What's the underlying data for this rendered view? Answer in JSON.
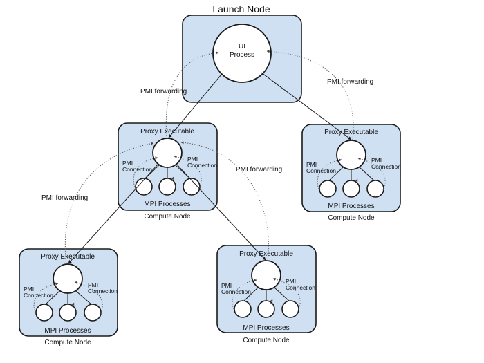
{
  "launch_node": {
    "title": "Launch Node",
    "process_line1": "UI",
    "process_line2": "Process"
  },
  "compute_nodes": [
    {
      "proxy_label": "Proxy Executable",
      "mpi_label": "MPI Processes",
      "node_label": "Compute Node",
      "pmi_left_1": "PMI",
      "pmi_left_2": "Connection",
      "pmi_right_1": "PMI",
      "pmi_right_2": "Connection"
    },
    {
      "proxy_label": "Proxy Executable",
      "mpi_label": "MPI Processes",
      "node_label": "Compute Node",
      "pmi_left_1": "PMI",
      "pmi_left_2": "Connection",
      "pmi_right_1": "PMI",
      "pmi_right_2": "Connection"
    },
    {
      "proxy_label": "Proxy Executable",
      "mpi_label": "MPI Processes",
      "node_label": "Compute Node",
      "pmi_left_1": "PMI",
      "pmi_left_2": "Connection",
      "pmi_right_1": "PMI",
      "pmi_right_2": "Connection"
    },
    {
      "proxy_label": "Proxy Executable",
      "mpi_label": "MPI Processes",
      "node_label": "Compute Node",
      "pmi_left_1": "PMI",
      "pmi_left_2": "Connection",
      "pmi_right_1": "PMI",
      "pmi_right_2": "Connection"
    }
  ],
  "forwarding_labels": [
    "PMI forwarding",
    "PMI forwarding",
    "PMI forwarding",
    "PMI forwarding"
  ]
}
